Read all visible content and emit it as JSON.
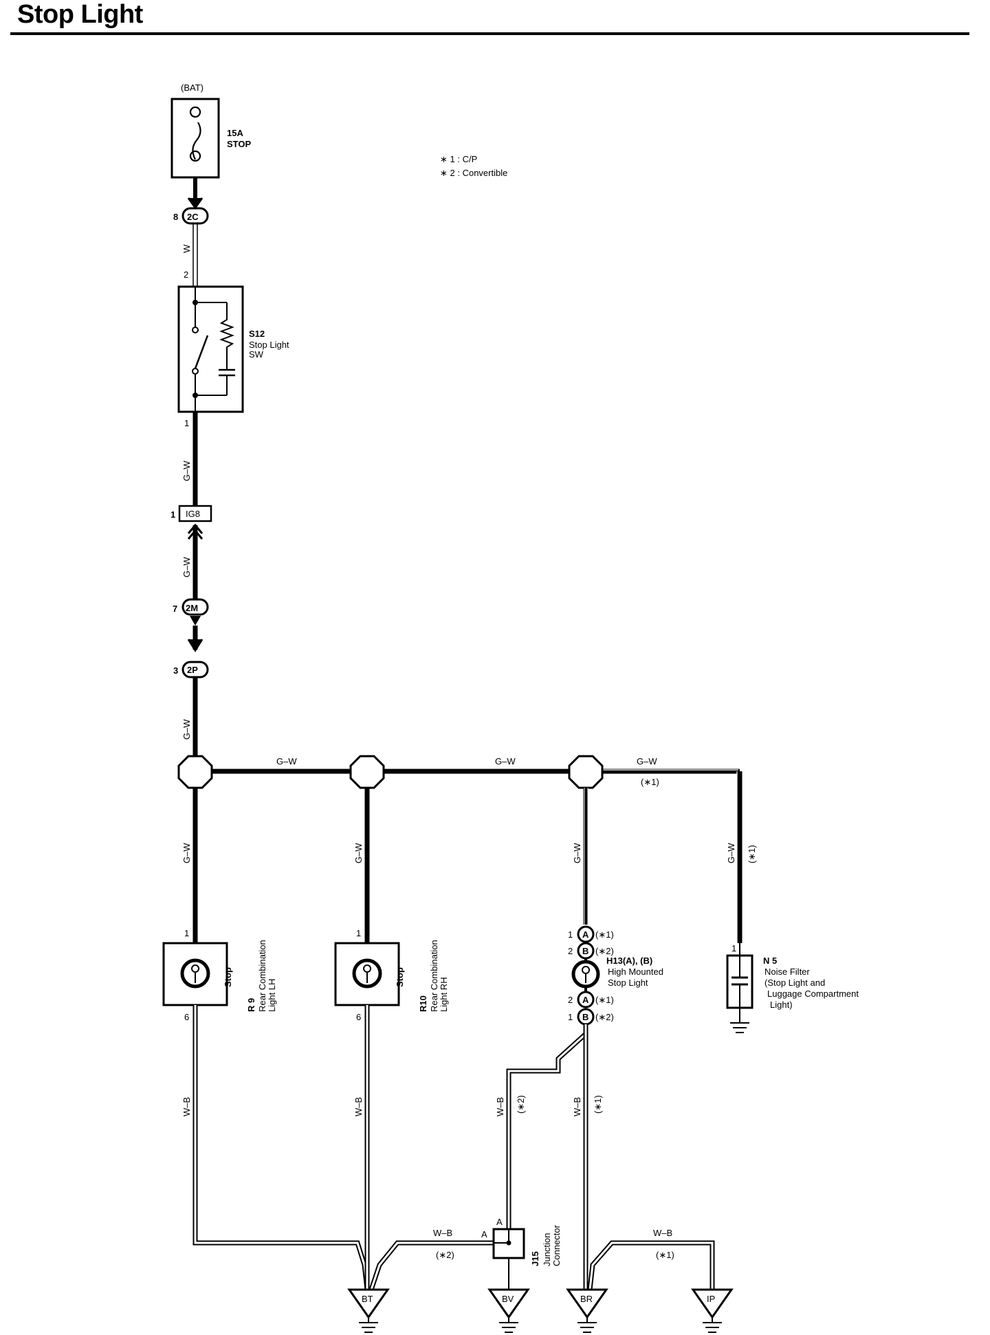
{
  "title": "Stop Light",
  "notes": [
    "∗ 1 : C/P",
    "∗ 2 : Convertible"
  ],
  "fuse": {
    "source": "(BAT)",
    "rating": "15A",
    "name": "STOP"
  },
  "connectors": {
    "c2C": {
      "id": "2C",
      "pin": "8"
    },
    "igb": {
      "id": "IG8",
      "pin": "1"
    },
    "c2M": {
      "id": "2M",
      "pin": "7"
    },
    "c2P": {
      "id": "2P",
      "pin": "3"
    }
  },
  "stop_sw": {
    "code": "S12",
    "name_lines": [
      "Stop Light",
      "SW"
    ],
    "pin_in": "2",
    "pin_out": "1"
  },
  "rear_lh": {
    "code": "R 9",
    "name_lines": [
      "Rear Combination",
      "Light LH"
    ],
    "bulb": "Stop",
    "pin_in": "1",
    "pin_out": "6"
  },
  "rear_rh": {
    "code": "R10",
    "name_lines": [
      "Rear Combination",
      "Light RH"
    ],
    "bulb": "Stop",
    "pin_in": "1",
    "pin_out": "6"
  },
  "high_mount": {
    "code": "H13(A), (B)",
    "name_lines": [
      "High Mounted",
      "Stop Light"
    ],
    "pins": [
      {
        "pin": "1",
        "conn": "A",
        "note": "(∗1)"
      },
      {
        "pin": "2",
        "conn": "B",
        "note": "(∗2)"
      },
      {
        "pin": "2",
        "conn": "A",
        "note": "(∗1)"
      },
      {
        "pin": "1",
        "conn": "B",
        "note": "(∗2)"
      }
    ]
  },
  "noise_filter": {
    "code": "N 5",
    "pin": "1",
    "name_lines": [
      "Noise Filter",
      "(Stop Light and",
      "Luggage Compartment",
      "Light)"
    ]
  },
  "junction": {
    "code": "J15",
    "name_lines": [
      "Junction",
      "Connector"
    ],
    "pin_top": "A",
    "pin_left": "A"
  },
  "wires": {
    "w": "W",
    "gw": "G–W",
    "wb": "W–B",
    "n1": "(∗1)",
    "n2": "(∗2)"
  },
  "grounds": [
    "BT",
    "BV",
    "BR",
    "IP"
  ]
}
